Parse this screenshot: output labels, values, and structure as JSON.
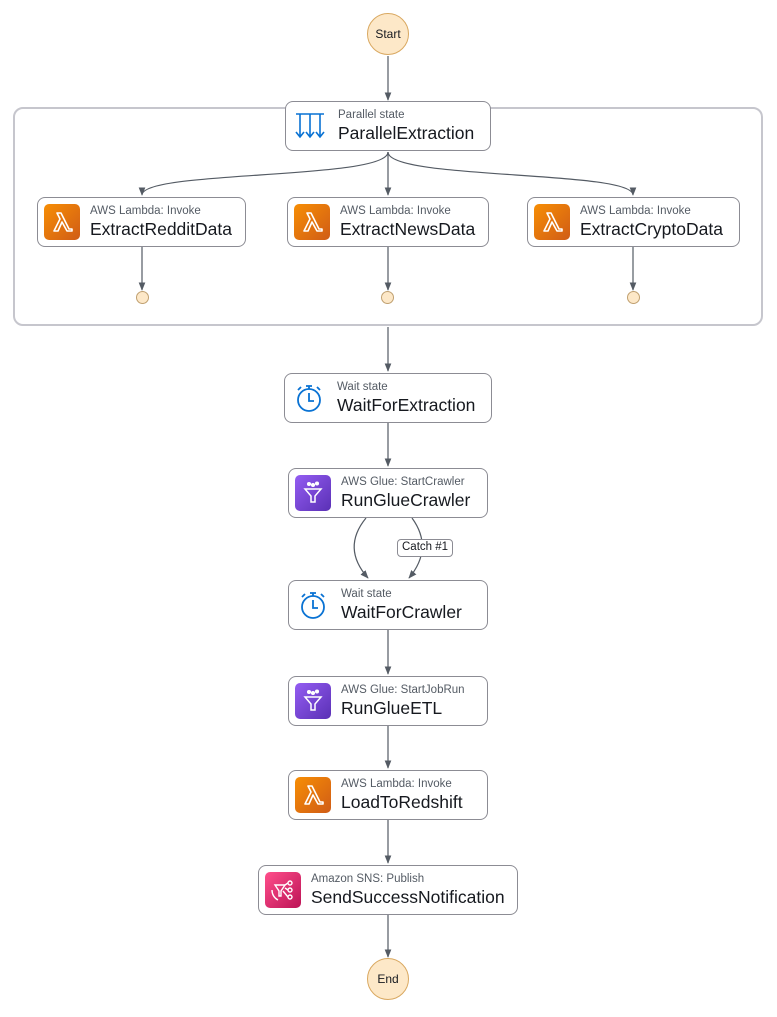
{
  "start_label": "Start",
  "end_label": "End",
  "parallel": {
    "kind": "Parallel state",
    "name": "ParallelExtraction"
  },
  "branches": [
    {
      "kind": "AWS Lambda: Invoke",
      "name": "ExtractRedditData"
    },
    {
      "kind": "AWS Lambda: Invoke",
      "name": "ExtractNewsData"
    },
    {
      "kind": "AWS Lambda: Invoke",
      "name": "ExtractCryptoData"
    }
  ],
  "states": {
    "wait_extraction": {
      "kind": "Wait state",
      "name": "WaitForExtraction"
    },
    "glue_crawler": {
      "kind": "AWS Glue: StartCrawler",
      "name": "RunGlueCrawler"
    },
    "wait_crawler": {
      "kind": "Wait state",
      "name": "WaitForCrawler"
    },
    "glue_etl": {
      "kind": "AWS Glue: StartJobRun",
      "name": "RunGlueETL"
    },
    "load_redshift": {
      "kind": "AWS Lambda: Invoke",
      "name": "LoadToRedshift"
    },
    "send_notification": {
      "kind": "Amazon SNS: Publish",
      "name": "SendSuccessNotification"
    }
  },
  "catch_label": "Catch #1",
  "colors": {
    "edge": "#545b64",
    "terminal_fill": "#fde8c8",
    "lambda": "#ed7100",
    "glue": "#8c4fff",
    "sns": "#e7157b",
    "wait_icon": "#0972d3"
  }
}
